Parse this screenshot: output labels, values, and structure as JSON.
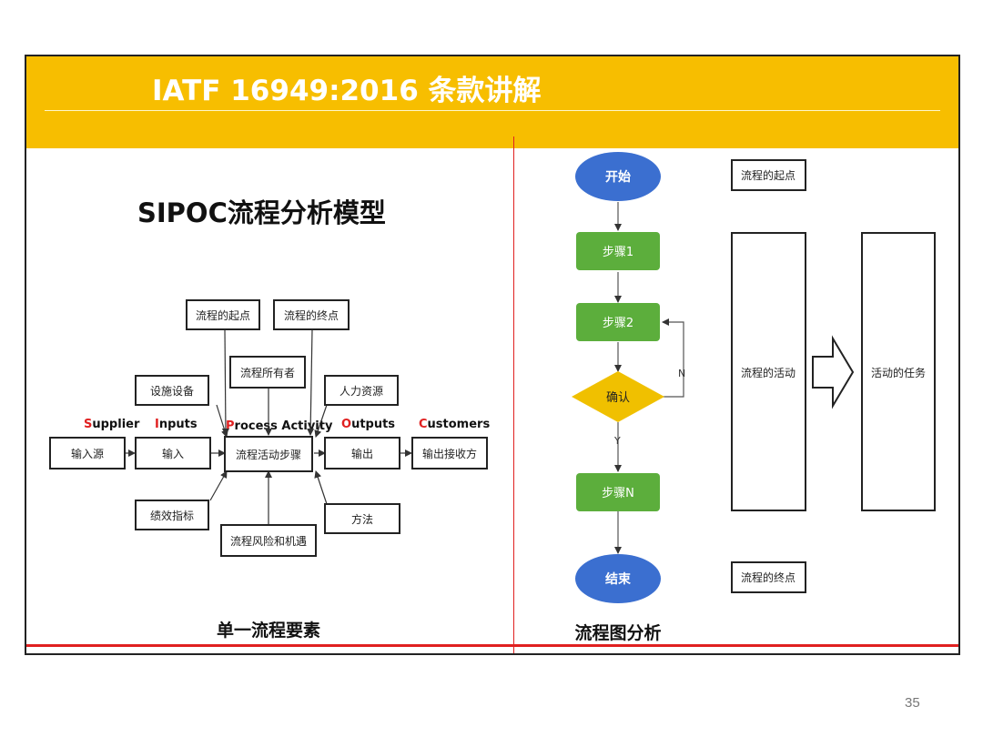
{
  "header": {
    "title": "IATF 16949:2016 条款讲解"
  },
  "left": {
    "title": "SIPOC流程分析模型",
    "caption": "单一流程要素",
    "columns": [
      {
        "initial": "S",
        "rest": "upplier"
      },
      {
        "initial": "I",
        "rest": "nputs"
      },
      {
        "initial": "P",
        "rest": "rocess Activity"
      },
      {
        "initial": "O",
        "rest": "utputs"
      },
      {
        "initial": "C",
        "rest": "ustomers"
      }
    ],
    "boxes": {
      "start_point": "流程的起点",
      "end_point": "流程的终点",
      "owner": "流程所有者",
      "facilities": "设施设备",
      "human_resources": "人力资源",
      "input_source": "输入源",
      "input": "输入",
      "activity_steps": "流程活动步骤",
      "output": "输出",
      "output_receiver": "输出接收方",
      "kpi": "绩效指标",
      "method": "方法",
      "risk_opportunity": "流程风险和机遇"
    }
  },
  "right": {
    "caption": "流程图分析",
    "flow": {
      "start": "开始",
      "step1": "步骤1",
      "step2": "步骤2",
      "confirm": "确认",
      "no": "N",
      "yes": "Y",
      "stepN": "步骤N",
      "end": "结束"
    },
    "notes": {
      "start_note": "流程的起点",
      "end_note": "流程的终点",
      "activity": "流程的活动",
      "task": "活动的任务"
    }
  },
  "footer": {
    "page_number": "35"
  },
  "colors": {
    "header_bg": "#f7be00",
    "accent_red": "#e02020",
    "terminal_blue": "#3b6fd0",
    "step_green": "#5cae3c",
    "decision_yellow": "#f0c000"
  }
}
